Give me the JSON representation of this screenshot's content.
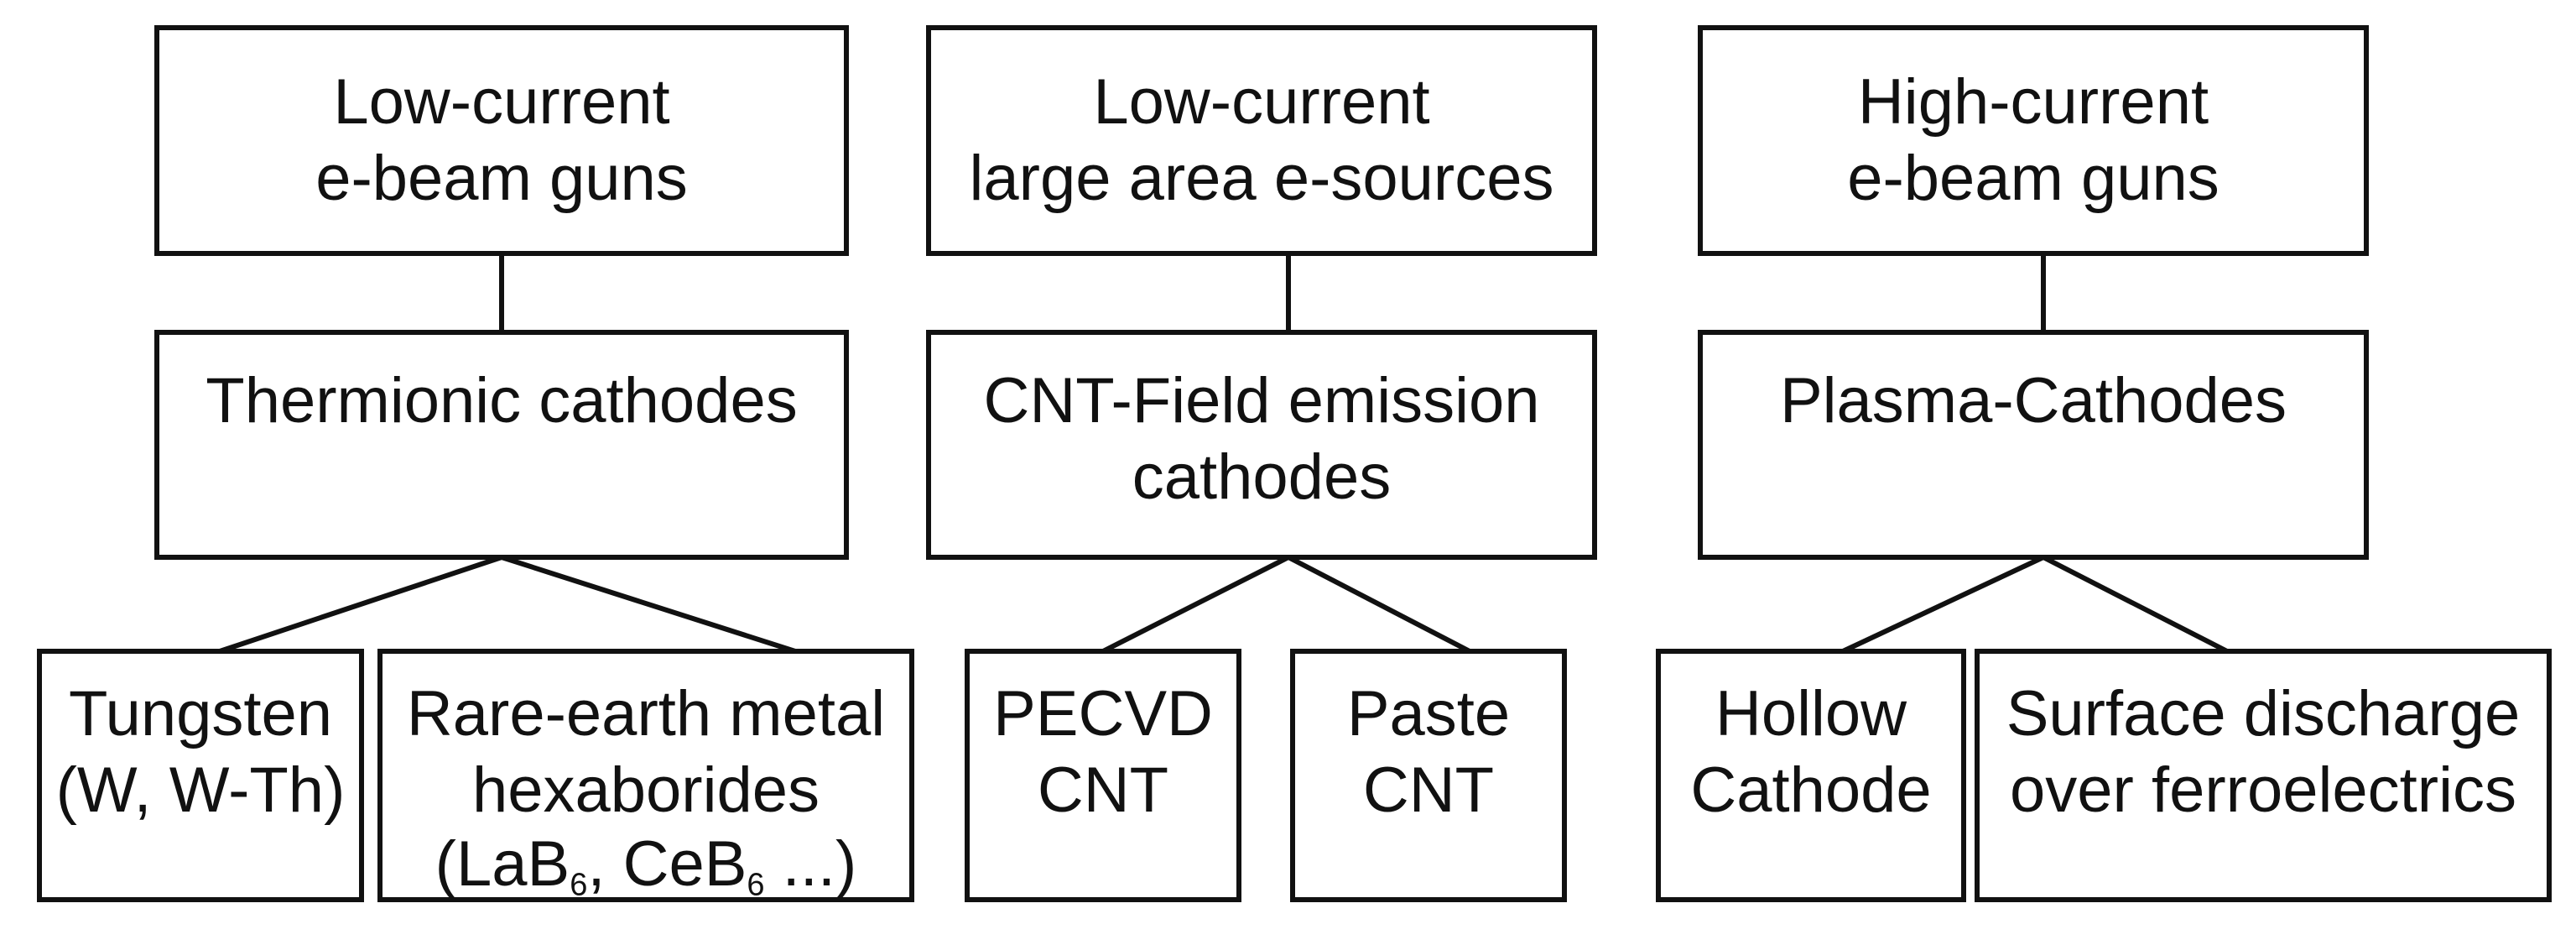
{
  "columns": [
    {
      "top": {
        "line1": "Low-current",
        "line2": "e-beam guns"
      },
      "mid": {
        "line1": "Thermionic cathodes"
      },
      "leaves": [
        {
          "line1": "Tungsten",
          "line2": "(W, W-Th)"
        },
        {
          "line1": "Rare-earth metal",
          "line2": "hexaborides",
          "line3": {
            "pre": "(LaB",
            "sub1": "6",
            "mid": ", CeB",
            "sub2": "6",
            "post": " ...)"
          }
        }
      ]
    },
    {
      "top": {
        "line1": "Low-current",
        "line2": "large area e-sources"
      },
      "mid": {
        "line1": "CNT-Field emission",
        "line2": "cathodes"
      },
      "leaves": [
        {
          "line1": "PECVD",
          "line2": "CNT"
        },
        {
          "line1": "Paste",
          "line2": "CNT"
        }
      ]
    },
    {
      "top": {
        "line1": "High-current",
        "line2": "e-beam guns"
      },
      "mid": {
        "line1": "Plasma-Cathodes"
      },
      "leaves": [
        {
          "line1": "Hollow",
          "line2": "Cathode"
        },
        {
          "line1": "Surface discharge",
          "line2": "over ferroelectrics"
        }
      ]
    }
  ]
}
